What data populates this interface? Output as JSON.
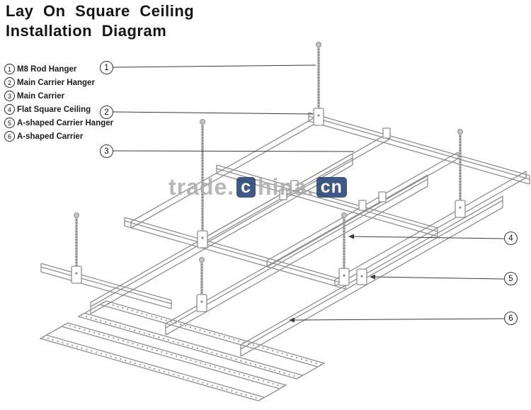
{
  "title": {
    "line1": "Lay On Square Ceiling",
    "line2": "Installation Diagram"
  },
  "legend": {
    "items": [
      {
        "num": "1",
        "label": "M8 Rod Hanger"
      },
      {
        "num": "2",
        "label": "Main Carrier Hanger"
      },
      {
        "num": "3",
        "label": "Main Carrier"
      },
      {
        "num": "4",
        "label": "Flat Square Ceiling"
      },
      {
        "num": "5",
        "label": "A-shaped Carrier Hanger"
      },
      {
        "num": "6",
        "label": "A-shaped Carrier"
      }
    ]
  },
  "callouts": [
    {
      "num": "1",
      "target": "m8-rod-hanger"
    },
    {
      "num": "2",
      "target": "main-carrier-hanger"
    },
    {
      "num": "3",
      "target": "main-carrier"
    },
    {
      "num": "4",
      "target": "flat-square-ceiling"
    },
    {
      "num": "5",
      "target": "a-shaped-carrier-hanger"
    },
    {
      "num": "6",
      "target": "a-shaped-carrier"
    }
  ],
  "watermark": {
    "part1": "trade.",
    "box1": "c",
    "part2": "hina.",
    "box2": "cn"
  },
  "colors": {
    "line": "#8f8f8f",
    "callout": "#333333",
    "watermark_gray": "#ababab",
    "watermark_navy": "#1d3d71"
  }
}
